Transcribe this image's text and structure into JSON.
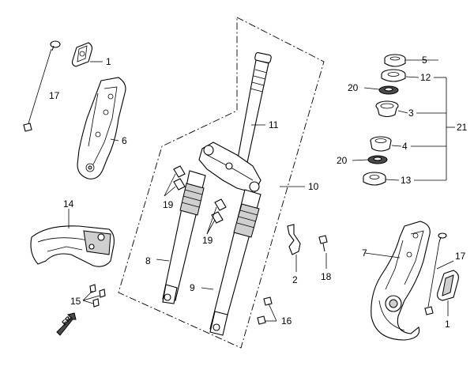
{
  "diagram": {
    "callouts": {
      "c1_top": "1",
      "c17_left": "17",
      "c6": "6",
      "c14": "14",
      "c15": "15",
      "c19_upper": "19",
      "c19_lower": "19",
      "c8": "8",
      "c9": "9",
      "c11": "11",
      "c10": "10",
      "c2": "2",
      "c18": "18",
      "c16": "16",
      "c5": "5",
      "c20_upper": "20",
      "c12": "12",
      "c3": "3",
      "c21": "21",
      "c4": "4",
      "c20_lower": "20",
      "c13": "13",
      "c7": "7",
      "c17_right": "17",
      "c1_bottom": "1"
    },
    "direction_marker": "FR."
  }
}
